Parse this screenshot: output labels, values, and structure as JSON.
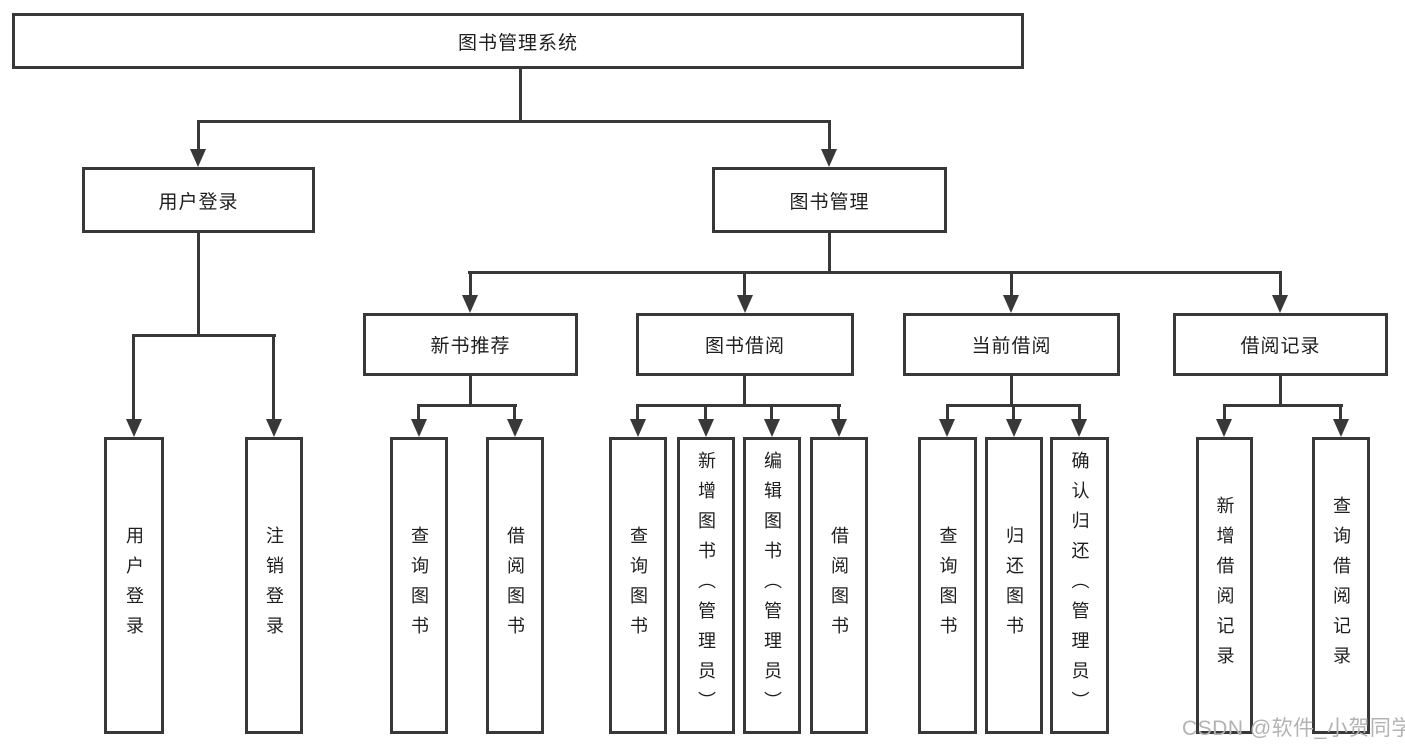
{
  "diagram": {
    "title": "图书管理系统",
    "level2": {
      "user_login": "用户登录",
      "book_management": "图书管理"
    },
    "level3": {
      "new_book_recommend": "新书推荐",
      "book_borrowing": "图书借阅",
      "current_borrowing": "当前借阅",
      "borrowing_records": "借阅记录"
    },
    "leaves": {
      "user_login": [
        "用户登录",
        "注销登录"
      ],
      "new_book_recommend": [
        "查询图书",
        "借阅图书"
      ],
      "book_borrowing": [
        "查询图书",
        "新增图书（管理员）",
        "编辑图书（管理员）",
        "借阅图书"
      ],
      "current_borrowing": [
        "查询图书",
        "归还图书",
        "确认归还（管理员）"
      ],
      "borrowing_records": [
        "新增借阅记录",
        "查询借阅记录"
      ]
    },
    "watermark": "CSDN @软件_小贺同学",
    "colors": {
      "line": "#383838",
      "text": "#1e1e1e",
      "box_background": "#ffffff",
      "page_background": "#ffffff",
      "watermark": "#b3b3b3"
    }
  }
}
